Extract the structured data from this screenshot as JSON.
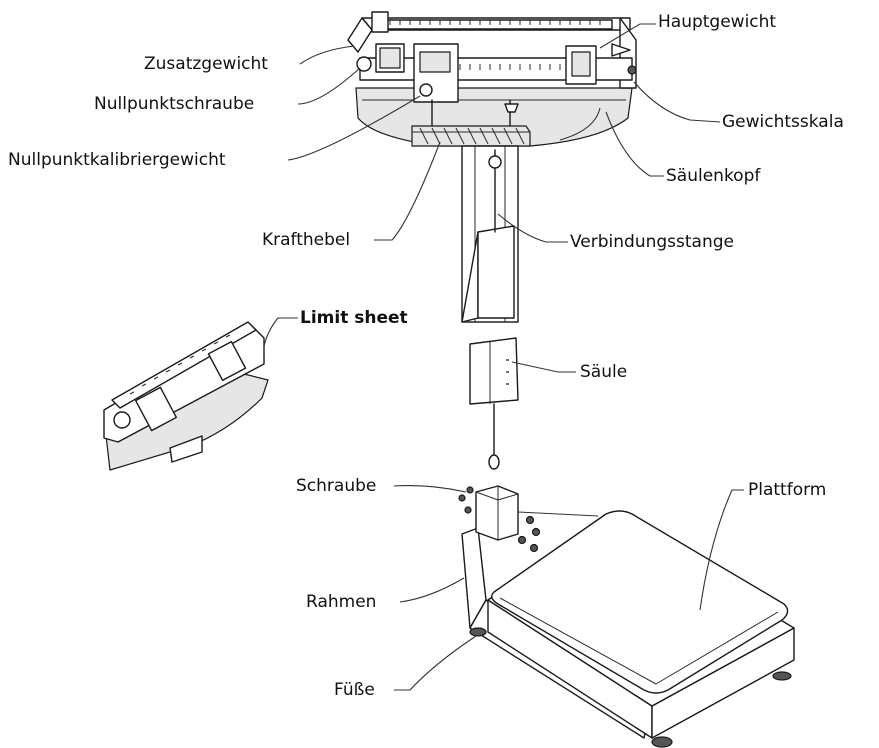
{
  "labels": {
    "hauptgewicht": "Hauptgewicht",
    "zusatzgewicht": "Zusatzgewicht",
    "nullpunktschraube": "Nullpunktschraube",
    "gewichtsskala": "Gewichtsskala",
    "nullpunktkalibriergewicht": "Nullpunktkalibriergewicht",
    "saeulenkopf": "Säulenkopf",
    "krafthebel": "Krafthebel",
    "verbindungsstange": "Verbindungsstange",
    "limit_sheet": "Limit sheet",
    "saeule": "Säule",
    "schraube": "Schraube",
    "plattform": "Plattform",
    "rahmen": "Rahmen",
    "fuesse": "Füße"
  }
}
